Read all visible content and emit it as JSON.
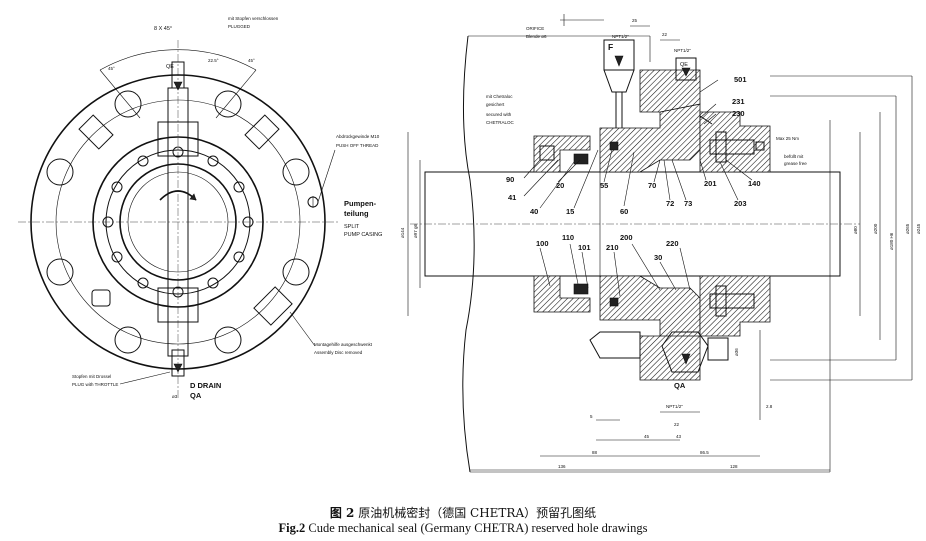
{
  "left_view": {
    "angle_label": "8 X 45°",
    "plugged_note_de": "mit Stopfen verschlossen",
    "plugged_note_en": "PLUGGED",
    "qe": "QE",
    "angle_225": "22.5°",
    "angle_45a": "45°",
    "angle_45b": "45°",
    "thread_note_de": "Abdrückgewinde M10",
    "thread_note_en": "PUSH OFF THREAD",
    "split_de_1": "Pumpen-",
    "split_de_2": "teilung",
    "split_en_1": "SPLIT",
    "split_en_2": "PUMP CASING",
    "assembly_note_de": "Montagehilfe ausgeschwenkt",
    "assembly_note_en": "Assembly Disc removed",
    "plug_note_de": "Stopfen mit Drossel",
    "plug_note_en": "PLUG with THROTTLE",
    "drain": "D DRAIN",
    "qa": "QA",
    "qa_dia": "ø3"
  },
  "right_view": {
    "orifice_en": "ORIFICE",
    "orifice_de": "Blende ø6",
    "f": "F",
    "npt_top1": "NPT1/2\"",
    "npt_top2": "NPT1/2\"",
    "qe": "QE",
    "dim_25": "25",
    "dim_22_top": "22",
    "chetraloc_de_1": "mit Chetraloc",
    "chetraloc_de_2": "gesichert",
    "chetraloc_en_1": "secured with",
    "chetraloc_en_2": "CHETRALOC",
    "max_pressure": "Max 25 Nm",
    "fill_de": "befüllt mit",
    "fill_en": "grease free",
    "dia_labels": [
      "ø144",
      "ø97 g6",
      "ø80",
      "ø200",
      "ø265",
      "ø180 H6",
      "ø245"
    ],
    "parts": [
      "501",
      "231",
      "230",
      "90",
      "41",
      "40",
      "20",
      "15",
      "55",
      "60",
      "70",
      "72",
      "73",
      "201",
      "203",
      "140",
      "100",
      "110",
      "101",
      "210",
      "200",
      "30",
      "220"
    ],
    "qa": "QA",
    "npt_bottom": "NPT1/2\"",
    "dim_22_bottom": "22",
    "dim_45": "45",
    "dim_43": "43",
    "dim_88": "88",
    "dim_865": "86.5",
    "dim_136": "136",
    "dim_128": "128",
    "dim_5": "5",
    "dim_28": "2.8",
    "dim_36": "ø36"
  },
  "caption": {
    "cn_prefix": "图 2",
    "cn_text": "原油机械密封（德国 CHETRA）预留孔图纸",
    "en_prefix": "Fig.2",
    "en_text": "Cude mechanical seal (Germany CHETRA) reserved hole drawings"
  }
}
